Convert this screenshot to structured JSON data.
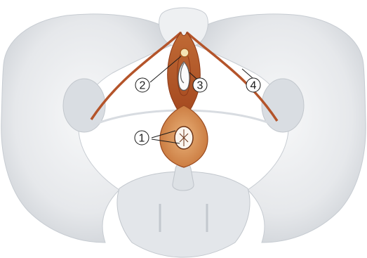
{
  "figure": {
    "callouts": [
      {
        "number": "1"
      },
      {
        "number": "2"
      },
      {
        "number": "3"
      },
      {
        "number": "4"
      }
    ]
  },
  "colors": {
    "bone": "#e7e9ec",
    "bone_shadow": "#c9cdd3",
    "bone_highlight": "#f6f7f8",
    "muscle_dark": "#9a3f1e",
    "muscle_mid": "#b85a2a",
    "muscle_light": "#d9925a",
    "callout_fill": "#ffffff",
    "callout_stroke": "#1a1a1a"
  }
}
